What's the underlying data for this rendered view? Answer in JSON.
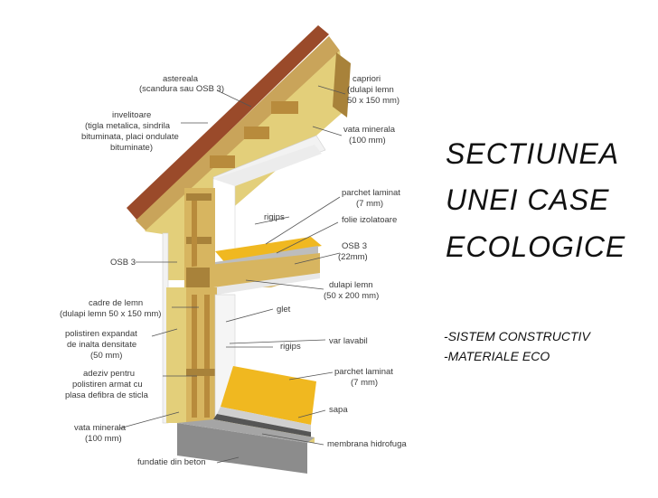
{
  "title": {
    "line1": "SECTIUNEA",
    "line2": "UNEI CASE",
    "line3": "ECOLOGICE"
  },
  "subtitle": {
    "item1": "-SISTEM CONSTRUCTIV",
    "item2": "-MATERIALE ECO"
  },
  "labels": {
    "astereala_1": "astereala",
    "astereala_2": "(scandura sau OSB 3)",
    "capriori_1": "capriori",
    "capriori_2": "(dulapi lemn",
    "capriori_3": "50 x 150 mm)",
    "invelitoare_1": "invelitoare",
    "invelitoare_2": "(tigla metalica, sindrila",
    "invelitoare_3": "bituminata, placi ondulate",
    "invelitoare_4": "bituminate)",
    "vata_top_1": "vata minerala",
    "vata_top_2": "(100 mm)",
    "parchet_top_1": "parchet laminat",
    "parchet_top_2": "(7 mm)",
    "rigips_top": "rigips",
    "folie": "folie izolatoare",
    "osb3_left": "OSB 3",
    "osb3_right_1": "OSB 3",
    "osb3_right_2": "(22mm)",
    "dulapi_1": "dulapi lemn",
    "dulapi_2": "(50 x 200 mm)",
    "cadre_1": "cadre de lemn",
    "cadre_2": "(dulapi lemn 50 x 150 mm)",
    "glet": "glet",
    "polistiren_1": "polistiren expandat",
    "polistiren_2": "de inalta densitate",
    "polistiren_3": "(50 mm)",
    "rigips_mid": "rigips",
    "var": "var lavabil",
    "adeziv_1": "adeziv pentru",
    "adeziv_2": "polistiren armat cu",
    "adeziv_3": "plasa defibra de sticla",
    "parchet_bot_1": "parchet laminat",
    "parchet_bot_2": "(7 mm)",
    "sapa": "sapa",
    "vata_bot_1": "vata minerala",
    "vata_bot_2": "(100 mm)",
    "membrana": "membrana hidrofuga",
    "fundatie": "fundatie din beton"
  },
  "colors": {
    "wood": "#d7b560",
    "wood_dark": "#a8823a",
    "insulation": "#e3cf7a",
    "roof_tile": "#9a4a2a",
    "concrete": "#8c8c8c",
    "floor": "#f0b820",
    "drywall": "#f2f2f2"
  }
}
